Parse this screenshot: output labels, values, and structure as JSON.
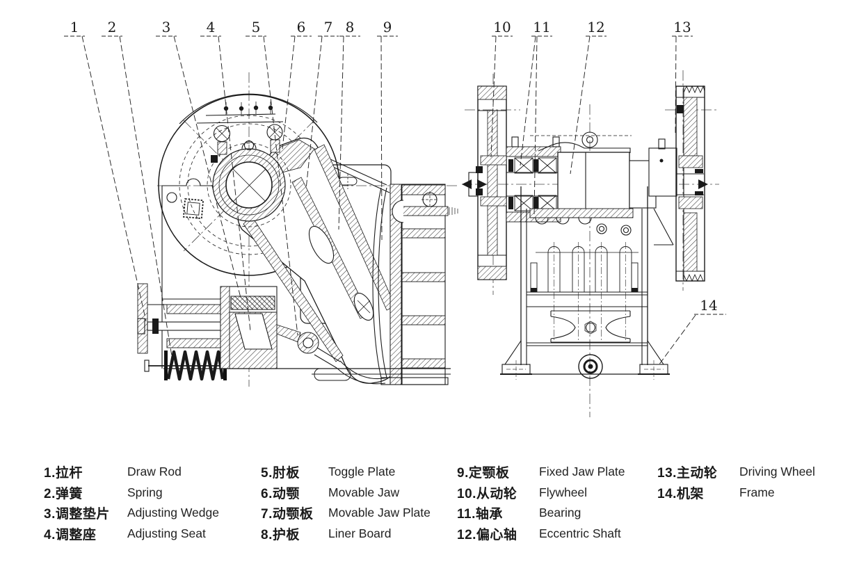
{
  "figure": {
    "callouts": [
      {
        "label": "1"
      },
      {
        "label": "2"
      },
      {
        "label": "3"
      },
      {
        "label": "4"
      },
      {
        "label": "5"
      },
      {
        "label": "6"
      },
      {
        "label": "7"
      },
      {
        "label": "8"
      },
      {
        "label": "9"
      },
      {
        "label": "10"
      },
      {
        "label": "11"
      },
      {
        "label": "12"
      },
      {
        "label": "13"
      },
      {
        "label": "14"
      }
    ],
    "line_color": "#1a1a1a",
    "background_color": "#ffffff"
  },
  "legend": {
    "items": [
      {
        "cn": "1.拉杆",
        "en": "Draw Rod"
      },
      {
        "cn": "2.弹簧",
        "en": "Spring"
      },
      {
        "cn": "3.调整垫片",
        "en": "Adjusting Wedge"
      },
      {
        "cn": "4.调整座",
        "en": "Adjusting Seat"
      },
      {
        "cn": "5.肘板",
        "en": "Toggle Plate"
      },
      {
        "cn": "6.动颚",
        "en": "Movable Jaw"
      },
      {
        "cn": "7.动颚板",
        "en": "Movable Jaw Plate"
      },
      {
        "cn": "8.护板",
        "en": "Liner Board"
      },
      {
        "cn": "9.定颚板",
        "en": "Fixed Jaw Plate"
      },
      {
        "cn": "10.从动轮",
        "en": "Flywheel"
      },
      {
        "cn": "11.轴承",
        "en": "Bearing"
      },
      {
        "cn": "12.偏心轴",
        "en": "Eccentric Shaft"
      },
      {
        "cn": "13.主动轮",
        "en": "Driving Wheel"
      },
      {
        "cn": "14.机架",
        "en": "Frame"
      }
    ]
  }
}
